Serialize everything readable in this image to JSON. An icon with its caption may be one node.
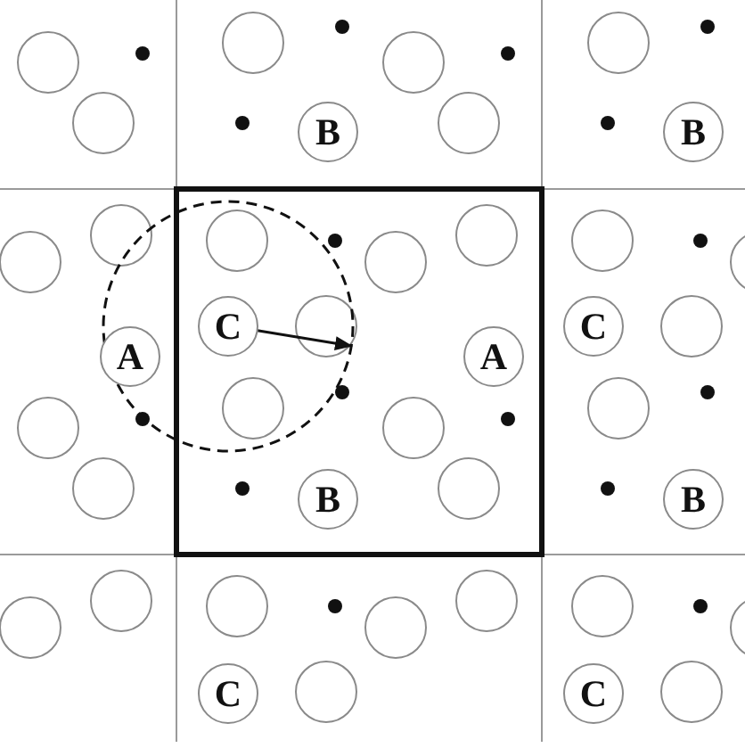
{
  "diagram": {
    "nodes": [
      {
        "text": [
          "B"
        ]
      },
      {
        "text": [
          "B"
        ]
      },
      {
        "text": [
          "C"
        ]
      },
      {
        "text": [
          "C"
        ]
      },
      {
        "text": [
          "A"
        ]
      },
      {
        "text": [
          "A"
        ]
      },
      {
        "text": [
          "B"
        ]
      },
      {
        "text": [
          "B"
        ]
      },
      {
        "text": [
          "C"
        ]
      },
      {
        "text": [
          "C"
        ]
      }
    ]
  }
}
